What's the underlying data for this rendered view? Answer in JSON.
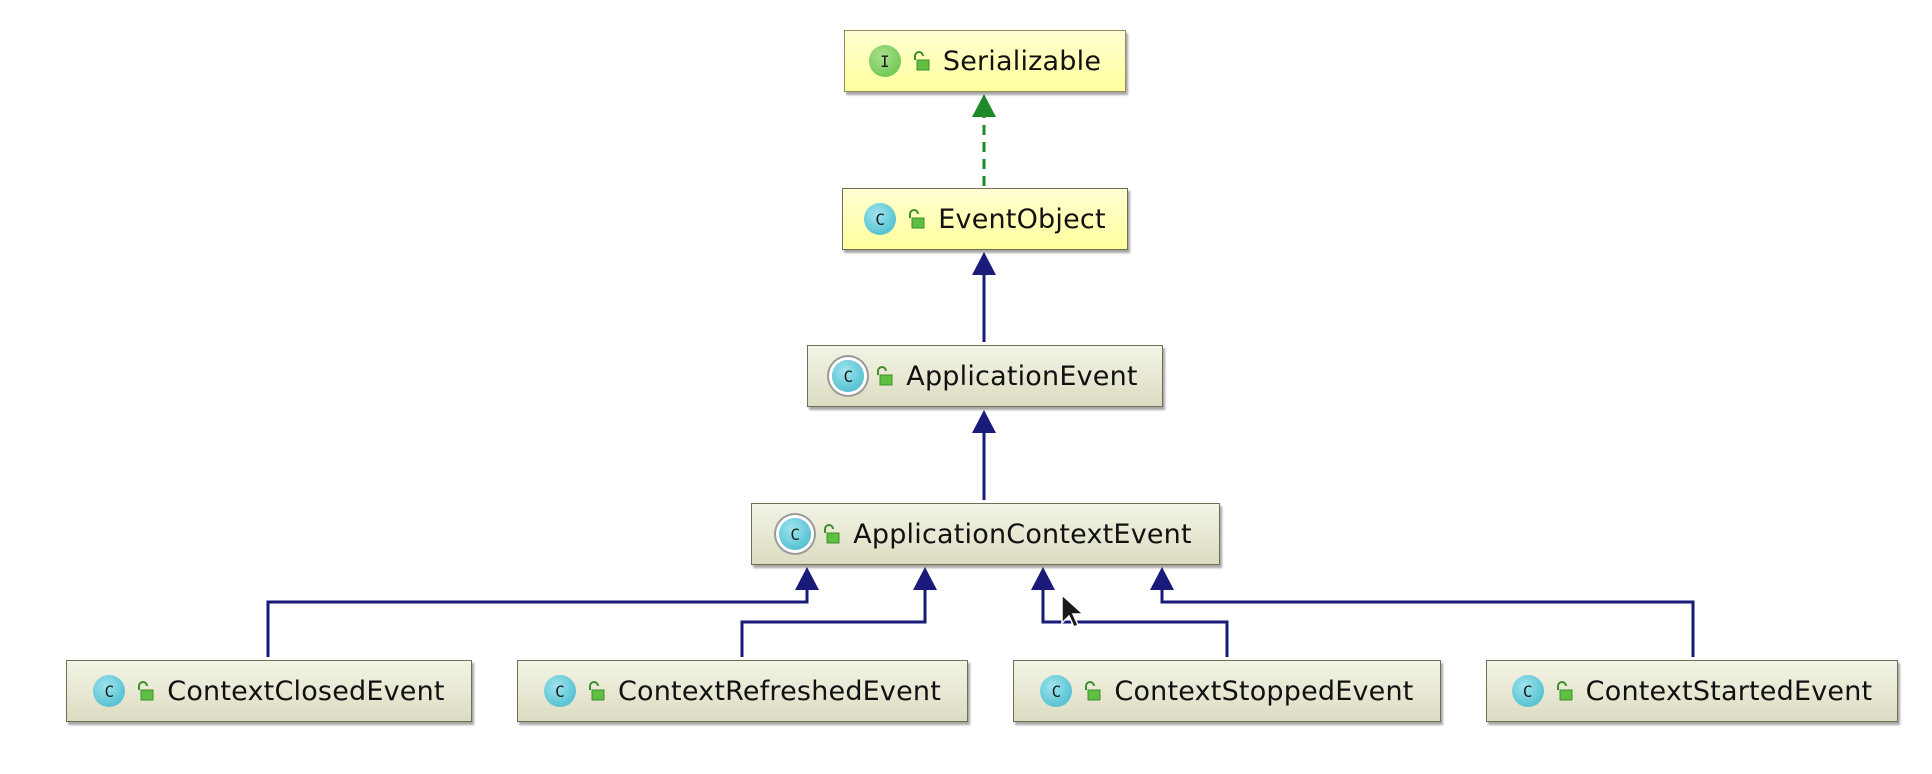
{
  "nodes": {
    "serializable": {
      "label": "Serializable",
      "kind": "interface",
      "badge": "I"
    },
    "event_object": {
      "label": "EventObject",
      "kind": "class",
      "badge": "C"
    },
    "application_event": {
      "label": "ApplicationEvent",
      "kind": "abstract class",
      "badge": "C"
    },
    "application_context_event": {
      "label": "ApplicationContextEvent",
      "kind": "abstract class",
      "badge": "C"
    },
    "context_closed_event": {
      "label": "ContextClosedEvent",
      "kind": "class",
      "badge": "C"
    },
    "context_refreshed_event": {
      "label": "ContextRefreshedEvent",
      "kind": "class",
      "badge": "C"
    },
    "context_stopped_event": {
      "label": "ContextStoppedEvent",
      "kind": "class",
      "badge": "C"
    },
    "context_started_event": {
      "label": "ContextStartedEvent",
      "kind": "class",
      "badge": "C"
    }
  },
  "edges": [
    {
      "from": "event_object",
      "to": "serializable",
      "type": "implements"
    },
    {
      "from": "application_event",
      "to": "event_object",
      "type": "extends"
    },
    {
      "from": "application_context_event",
      "to": "application_event",
      "type": "extends"
    },
    {
      "from": "context_closed_event",
      "to": "application_context_event",
      "type": "extends"
    },
    {
      "from": "context_refreshed_event",
      "to": "application_context_event",
      "type": "extends"
    },
    {
      "from": "context_stopped_event",
      "to": "application_context_event",
      "type": "extends"
    },
    {
      "from": "context_started_event",
      "to": "application_context_event",
      "type": "extends"
    }
  ],
  "colors": {
    "extends_edge": "#1a1a7a",
    "implements_edge": "#1e8a2a",
    "lock_icon": "#5fbf43"
  },
  "icons": {
    "interface_badge": "interface-badge-icon",
    "class_badge": "class-badge-icon",
    "public_access": "unlocked-padlock-icon",
    "cursor": "mouse-pointer-icon"
  }
}
